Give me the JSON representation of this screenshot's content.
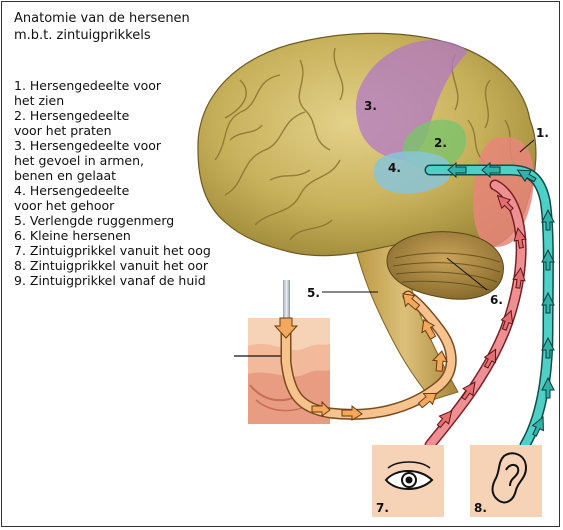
{
  "title": "Anatomie van de hersenen\nm.b.t. zintuigprikkels",
  "legend": [
    "1. Hersengedeelte voor\n    het zien",
    "2. Hersengedeelte\n    voor het praten",
    "3. Hersengedeelte voor\n    het gevoel in armen,\n    benen en gelaat",
    "4. Hersengedeelte\n    voor het gehoor",
    "5. Verlengde ruggenmerg",
    "6. Kleine hersenen",
    "7. Zintuigprikkel vanuit het oog",
    "8. Zintuigprikkel vanuit het oor",
    "9. Zintuigprikkel vanaf de huid"
  ],
  "labels": {
    "l1": "1.",
    "l2": "2.",
    "l3": "3.",
    "l4": "4.",
    "l5": "5.",
    "l6": "6.",
    "l7": "7.",
    "l8": "8."
  },
  "colors": {
    "brain": "#c9b560",
    "visual_area": "#e8857a",
    "speech_area": "#7cc36a",
    "sensory_area": "#b278c4",
    "auditory_area": "#88c4d8",
    "skin_path": "#f0a968",
    "eye_path": "#e46f73",
    "ear_path": "#2fb2a9"
  }
}
